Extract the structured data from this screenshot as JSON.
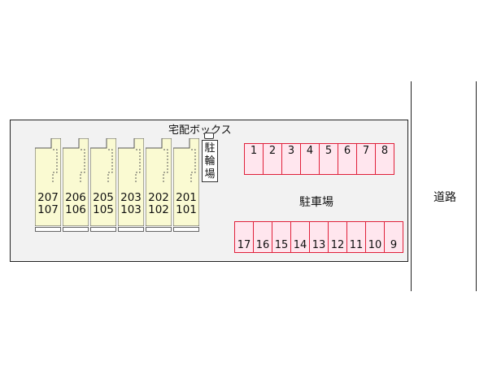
{
  "delivery_box_label": "宅配ボックス",
  "bicycle_parking_label": [
    "駐",
    "輪",
    "場"
  ],
  "parking_label": "駐車場",
  "road_label": "道路",
  "units": [
    {
      "upper": "207",
      "lower": "107"
    },
    {
      "upper": "206",
      "lower": "106"
    },
    {
      "upper": "205",
      "lower": "105"
    },
    {
      "upper": "203",
      "lower": "103"
    },
    {
      "upper": "202",
      "lower": "102"
    },
    {
      "upper": "201",
      "lower": "101"
    }
  ],
  "parking_top": [
    "1",
    "2",
    "3",
    "4",
    "5",
    "6",
    "7",
    "8"
  ],
  "parking_bottom": [
    "17",
    "16",
    "15",
    "14",
    "13",
    "12",
    "11",
    "10",
    "9"
  ],
  "colors": {
    "building": "#fafad2",
    "parking_fill": "#ffe6ee",
    "parking_border": "#e0203a",
    "lot": "#f2f2f2"
  }
}
